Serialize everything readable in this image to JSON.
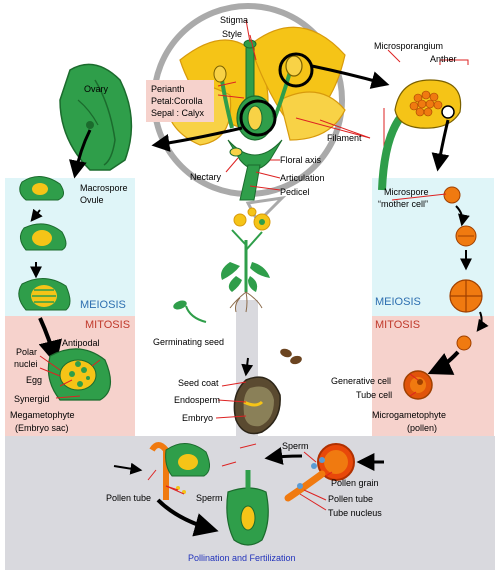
{
  "labels": {
    "stigma": "Stigma",
    "style": "Style",
    "microsporangium": "Microsporangium",
    "anther": "Anther",
    "ovary": "Ovary",
    "perianth": "Perianth",
    "petal_corolla": "Petal:Corolla",
    "sepal_calyx": "Sepal : Calyx",
    "filament": "Filament",
    "floral_axis": "Floral axis",
    "nectary": "Nectary",
    "articulation": "Articulation",
    "pedicel": "Pedicel",
    "macrospore": "Macrospore",
    "ovule": "Ovule",
    "microspore": "Microspore",
    "mother_cell": "“mother cell”",
    "meiosis_left": "MEIOSIS",
    "meiosis_right": "MEIOSIS",
    "mitosis_left": "MITOSIS",
    "mitosis_right": "MITOSIS",
    "germinating_seed": "Germinating seed",
    "polar": "Polar",
    "nuclei": "nuclei",
    "antipodal": "Antipodal",
    "egg": "Egg",
    "synergid": "Synergid",
    "megagametophyte": "Megametophyte",
    "embryo_sac": "(Embryo sac)",
    "seed_coat": "Seed coat",
    "endosperm": "Endosperm",
    "embryo": "Embryo",
    "generative_cell": "Generative cell",
    "tube_cell": "Tube cell",
    "microgametophyte": "Microgametophyte",
    "pollen": "(pollen)",
    "sperm_top": "Sperm",
    "pollen_grain": "Pollen grain",
    "pollen_tube_right": "Pollen tube",
    "tube_nucleus": "Tube nucleus",
    "pollen_tube_left": "Pollen tube",
    "sperm_left": "Sperm",
    "pollination_fertilization": "Pollination and Fertilization"
  },
  "colors": {
    "meiosis_bg": "#dff5f8",
    "mitosis_bg": "#f6d2cc",
    "fertilization_bg": "#d9d9de",
    "meiosis_text": "#2e6fb0",
    "mitosis_text": "#c0392b",
    "title_text": "#2233bb",
    "plant_green": "#2f9e4a",
    "dark_green": "#1b6b2d",
    "petal_yellow": "#f5c417",
    "pollen_orange": "#f07a10"
  }
}
